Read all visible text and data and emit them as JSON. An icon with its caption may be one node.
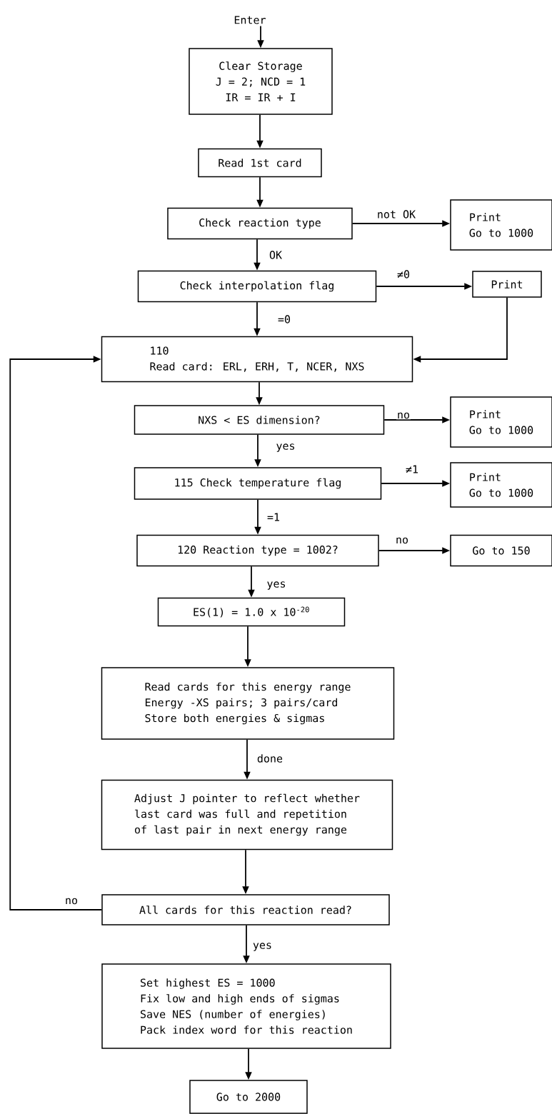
{
  "diagram": {
    "nodes": [
      {
        "text": [
          "Enter"
        ]
      },
      {
        "text": [
          "Clear Storage",
          "J = 2; NCD = 1",
          "IR = IR + I"
        ]
      },
      {
        "text": [
          "Read 1st card"
        ]
      },
      {
        "text": [
          "Check reaction type"
        ]
      },
      {
        "text": [
          "Print",
          "Go to 1000"
        ]
      },
      {
        "text": [
          "Check interpolation flag"
        ]
      },
      {
        "text": [
          "Print"
        ]
      },
      {
        "text": [
          "110",
          "Read card:  ERL, ERH, T, NCER, NXS"
        ]
      },
      {
        "text": [
          "NXS < ES dimension?"
        ]
      },
      {
        "text": [
          "Print",
          "Go to 1000"
        ]
      },
      {
        "text": [
          "115 Check temperature  flag"
        ]
      },
      {
        "text": [
          "Print",
          "Go to 1000"
        ]
      },
      {
        "text": [
          "120 Reaction type = 1002?"
        ]
      },
      {
        "text": [
          "Go to 150"
        ]
      },
      {
        "text": [
          "ES(1) = 1.0 x 10$^{-20}$"
        ]
      },
      {
        "text": [
          "Read cards for this energy range",
          "Energy -XS pairs; 3 pairs/card",
          "Store both energies & sigmas"
        ]
      },
      {
        "text": [
          "Adjust J pointer to reflect whether",
          "last card was full and repetition",
          "of last pair in next energy range"
        ]
      },
      {
        "text": [
          "All cards for this reaction read?"
        ]
      },
      {
        "text": [
          "Set highest ES = 1000",
          "Fix low and high ends of sigmas",
          "Save NES (number of energies)",
          "Pack index word for this reaction"
        ]
      },
      {
        "text": [
          "Go to 2000"
        ]
      }
    ],
    "edges": [
      {
        "from": 0,
        "to": 1,
        "arrow": "to"
      },
      {
        "from": 1,
        "to": 2,
        "arrow": "to"
      },
      {
        "from": 2,
        "to": 3,
        "arrow": "to"
      },
      {
        "from": 3,
        "to": 4,
        "arrow": "to",
        "label": "not OK"
      },
      {
        "from": 3,
        "to": 5,
        "arrow": "to",
        "label": "OK"
      },
      {
        "from": 5,
        "to": 6,
        "arrow": "to",
        "label": "≠0"
      },
      {
        "from": 5,
        "to": 7,
        "arrow": "to",
        "label": "=0"
      },
      {
        "from": 6,
        "to": 7,
        "arrow": "to"
      },
      {
        "from": 7,
        "to": 8,
        "arrow": "to"
      },
      {
        "from": 8,
        "to": 9,
        "arrow": "to",
        "label": "no"
      },
      {
        "from": 8,
        "to": 10,
        "arrow": "to",
        "label": "yes"
      },
      {
        "from": 10,
        "to": 11,
        "arrow": "to",
        "label": "≠1"
      },
      {
        "from": 10,
        "to": 12,
        "arrow": "to",
        "label": "=1"
      },
      {
        "from": 12,
        "to": 13,
        "arrow": "to",
        "label": "no"
      },
      {
        "from": 12,
        "to": 14,
        "arrow": "to",
        "label": "yes"
      },
      {
        "from": 14,
        "to": 15,
        "arrow": "to"
      },
      {
        "from": 15,
        "to": 16,
        "arrow": "to",
        "label": "done"
      },
      {
        "from": 16,
        "to": 17,
        "arrow": "to"
      },
      {
        "from": 17,
        "to": 7,
        "arrow": "to",
        "label": "no"
      },
      {
        "from": 17,
        "to": 18,
        "arrow": "to",
        "label": "yes"
      },
      {
        "from": 18,
        "to": 19,
        "arrow": "to"
      }
    ]
  }
}
